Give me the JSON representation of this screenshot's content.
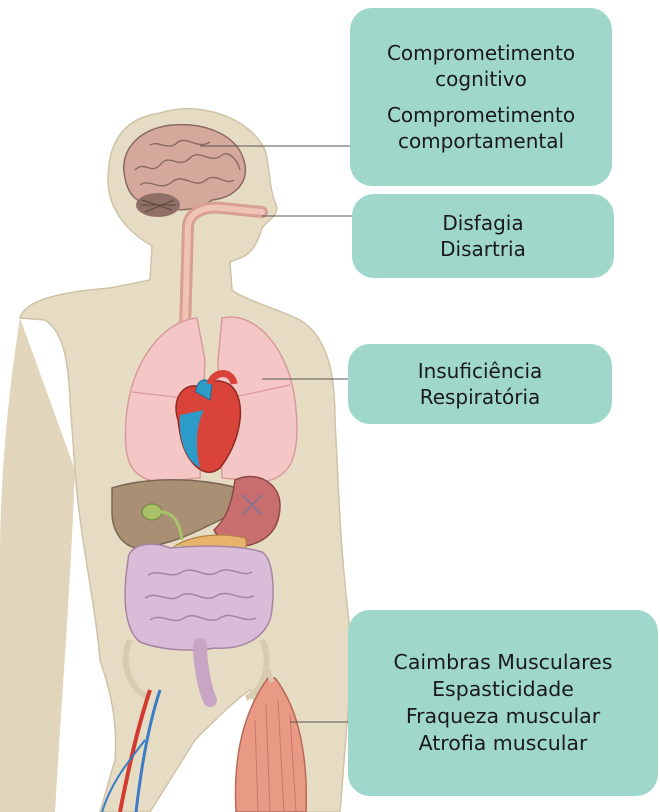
{
  "cognitive_box": {
    "line1": "Comprometimento",
    "line2": "cognitivo",
    "line3": "Comprometimento",
    "line4": "comportamental"
  },
  "swallow_box": {
    "line1": "Disfagia",
    "line2": "Disartria"
  },
  "respiratory_box": {
    "line1": "Insuficiência",
    "line2": "Respiratória"
  },
  "muscle_box": {
    "line1": "Caimbras Musculares",
    "line2": "Espasticidade",
    "line3": "Fraqueza muscular",
    "line4": "Atrofia muscular"
  },
  "colors": {
    "box_fill": "#9fd8ca",
    "body_skin": "#e6dcc4",
    "lungs": "#f4c6c6",
    "heart_red": "#d9433a",
    "heart_blue": "#2d9bc8",
    "liver": "#a98f74",
    "intestine": "#d9bcd8",
    "muscle": "#e89a85"
  }
}
